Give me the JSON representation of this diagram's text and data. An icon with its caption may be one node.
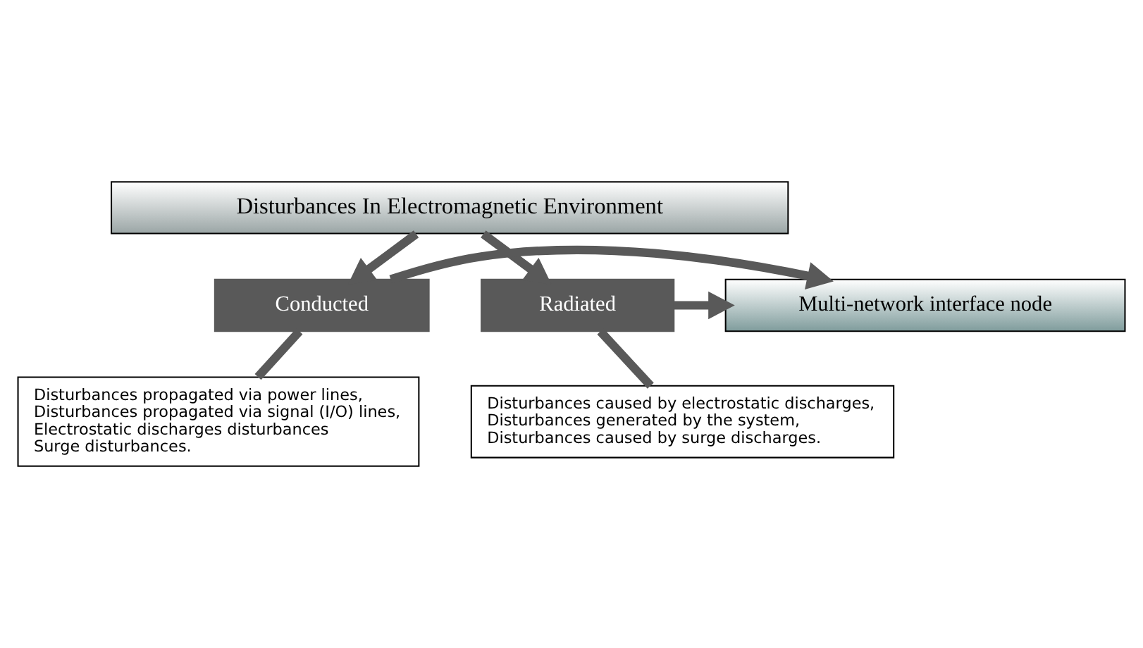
{
  "diagram": {
    "nodes": [
      {
        "text": [
          "Disturbances In Electromagnetic Environment"
        ]
      },
      {
        "text": [
          "Conducted"
        ]
      },
      {
        "text": [
          "Multi-network interface node"
        ]
      },
      {
        "text": [
          "Radiated"
        ]
      },
      {
        "text": [
          "Disturbances propagated via power lines,",
          "Disturbances propagated via signal (I/O) lines,",
          "Electrostatic discharges disturbances",
          "Surge disturbances."
        ]
      },
      {
        "text": [
          "Disturbances caused by electrostatic discharges,",
          "Disturbances generated by the system,",
          "Disturbances caused by surge discharges."
        ]
      }
    ],
    "edges": [
      {
        "from": 0,
        "to": 1,
        "arrow": "to"
      },
      {
        "from": 0,
        "to": 3,
        "arrow": "to"
      },
      {
        "from": 1,
        "to": 2,
        "arrow": "to"
      },
      {
        "from": 3,
        "to": 2,
        "arrow": "to"
      },
      {
        "from": 1,
        "to": 4,
        "arrow": "none"
      },
      {
        "from": 3,
        "to": 5,
        "arrow": "none"
      }
    ]
  }
}
